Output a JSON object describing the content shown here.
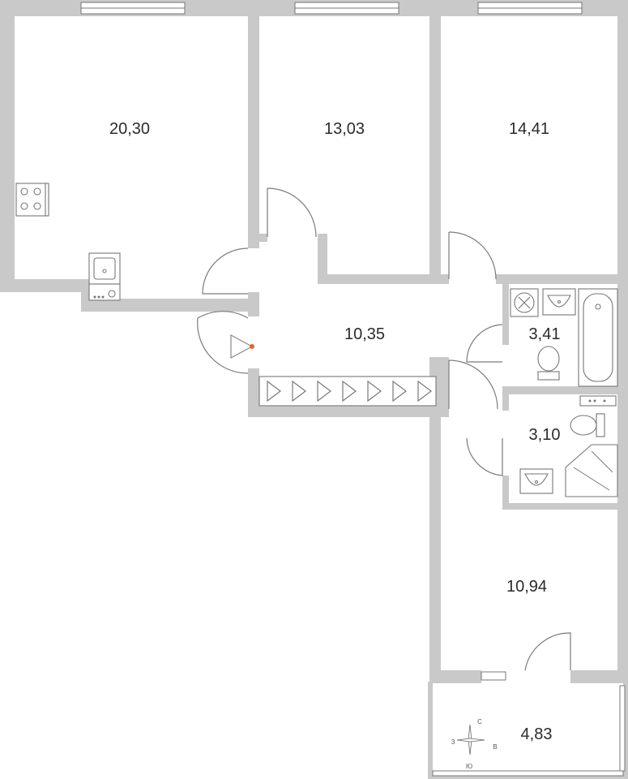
{
  "rooms": [
    {
      "id": "kitchen-living",
      "area": "20,30"
    },
    {
      "id": "bedroom-1",
      "area": "13,03"
    },
    {
      "id": "bedroom-2",
      "area": "14,41"
    },
    {
      "id": "hallway",
      "area": "10,35"
    },
    {
      "id": "bathroom",
      "area": "3,41"
    },
    {
      "id": "shower-room",
      "area": "3,10"
    },
    {
      "id": "bedroom-3",
      "area": "10,94"
    },
    {
      "id": "balcony",
      "area": "4,83"
    }
  ],
  "compass": {
    "north": "С",
    "south": "Ю",
    "west": "З",
    "east": "В"
  },
  "colors": {
    "wall": "#c9c9c9",
    "line": "#7a7a7a",
    "entrance_marker": "#e8642c"
  }
}
